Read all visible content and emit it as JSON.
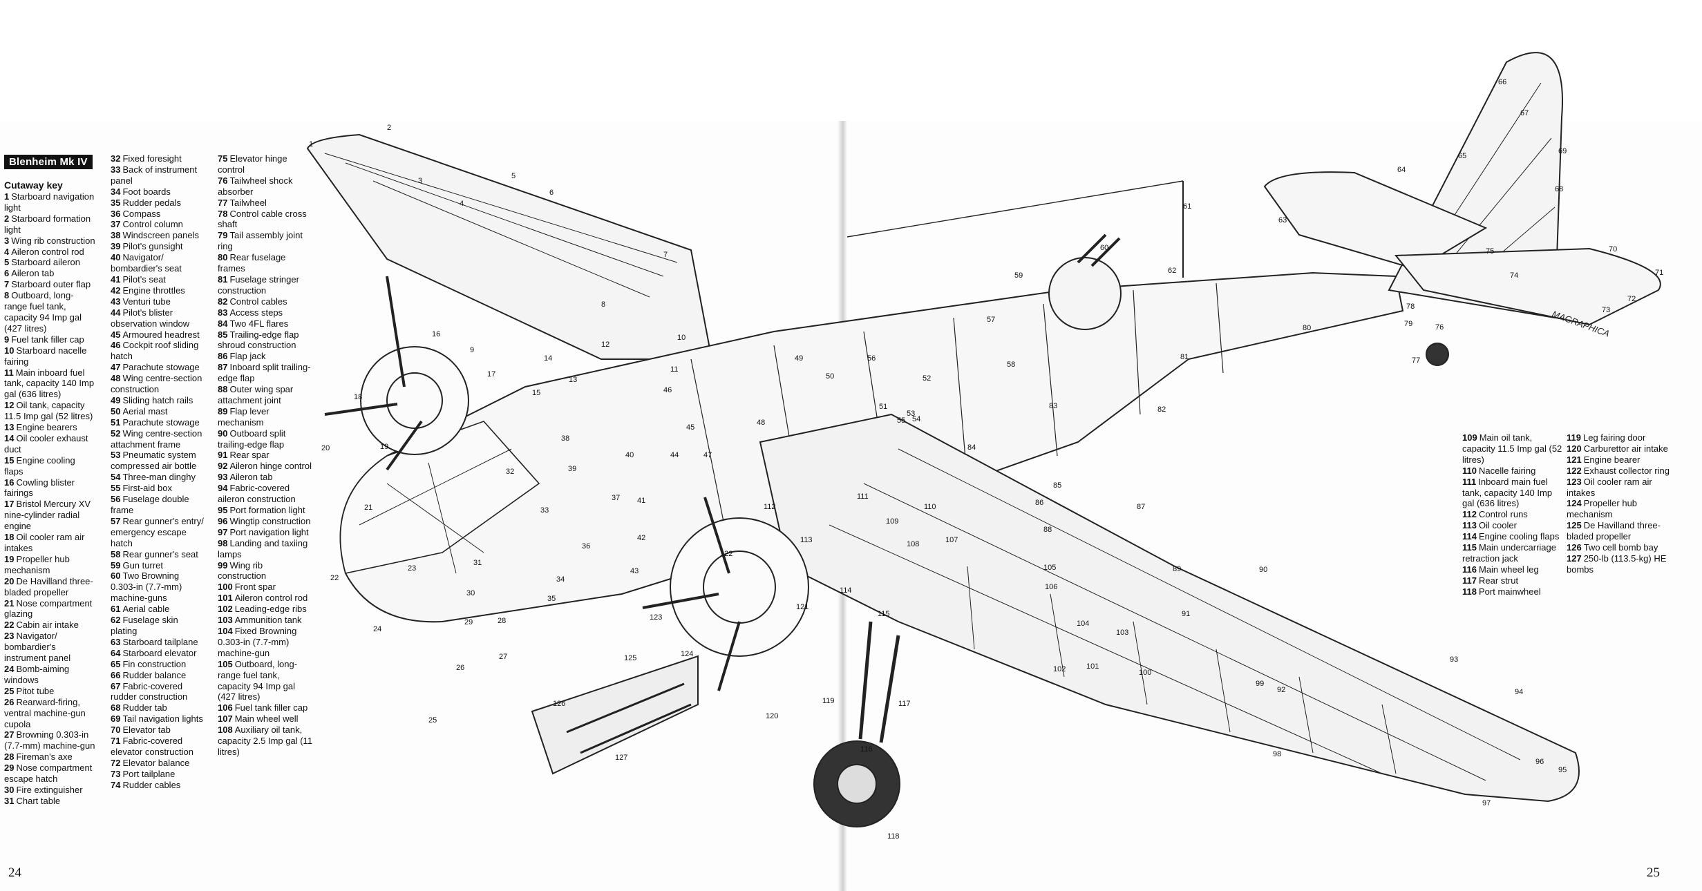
{
  "title": "Blenheim Mk IV",
  "key_heading": "Cutaway key",
  "page_numbers": {
    "left": "24",
    "right": "25"
  },
  "artist_signature": "MAGRAPHICA",
  "key": [
    {
      "n": "1",
      "t": "Starboard navigation light"
    },
    {
      "n": "2",
      "t": "Starboard formation light"
    },
    {
      "n": "3",
      "t": "Wing rib construction"
    },
    {
      "n": "4",
      "t": "Aileron control rod"
    },
    {
      "n": "5",
      "t": "Starboard aileron"
    },
    {
      "n": "6",
      "t": "Aileron tab"
    },
    {
      "n": "7",
      "t": "Starboard outer flap"
    },
    {
      "n": "8",
      "t": "Outboard, long-range fuel tank, capacity 94 Imp gal (427 litres)"
    },
    {
      "n": "9",
      "t": "Fuel tank filler cap"
    },
    {
      "n": "10",
      "t": "Starboard nacelle fairing"
    },
    {
      "n": "11",
      "t": "Main inboard fuel tank, capacity 140 Imp gal (636 litres)"
    },
    {
      "n": "12",
      "t": "Oil tank, capacity 11.5 Imp gal (52 litres)"
    },
    {
      "n": "13",
      "t": "Engine bearers"
    },
    {
      "n": "14",
      "t": "Oil cooler exhaust duct"
    },
    {
      "n": "15",
      "t": "Engine cooling flaps"
    },
    {
      "n": "16",
      "t": "Cowling blister fairings"
    },
    {
      "n": "17",
      "t": "Bristol Mercury XV nine-cylinder radial engine"
    },
    {
      "n": "18",
      "t": "Oil cooler ram air intakes"
    },
    {
      "n": "19",
      "t": "Propeller hub mechanism"
    },
    {
      "n": "20",
      "t": "De Havilland three-bladed propeller"
    },
    {
      "n": "21",
      "t": "Nose compartment glazing"
    },
    {
      "n": "22",
      "t": "Cabin air intake"
    },
    {
      "n": "23",
      "t": "Navigator/ bombardier's instrument panel"
    },
    {
      "n": "24",
      "t": "Bomb-aiming windows"
    },
    {
      "n": "25",
      "t": "Pitot tube"
    },
    {
      "n": "26",
      "t": "Rearward-firing, ventral machine-gun cupola"
    },
    {
      "n": "27",
      "t": "Browning 0.303-in (7.7-mm) machine-gun"
    },
    {
      "n": "28",
      "t": "Fireman's axe"
    },
    {
      "n": "29",
      "t": "Nose compartment escape hatch"
    },
    {
      "n": "30",
      "t": "Fire extinguisher"
    },
    {
      "n": "31",
      "t": "Chart table"
    },
    {
      "n": "32",
      "t": "Fixed foresight"
    },
    {
      "n": "33",
      "t": "Back of instrument panel"
    },
    {
      "n": "34",
      "t": "Foot boards"
    },
    {
      "n": "35",
      "t": "Rudder pedals"
    },
    {
      "n": "36",
      "t": "Compass"
    },
    {
      "n": "37",
      "t": "Control column"
    },
    {
      "n": "38",
      "t": "Windscreen panels"
    },
    {
      "n": "39",
      "t": "Pilot's gunsight"
    },
    {
      "n": "40",
      "t": "Navigator/ bombardier's seat"
    },
    {
      "n": "41",
      "t": "Pilot's seat"
    },
    {
      "n": "42",
      "t": "Engine throttles"
    },
    {
      "n": "43",
      "t": "Venturi tube"
    },
    {
      "n": "44",
      "t": "Pilot's blister observation window"
    },
    {
      "n": "45",
      "t": "Armoured headrest"
    },
    {
      "n": "46",
      "t": "Cockpit roof sliding hatch"
    },
    {
      "n": "47",
      "t": "Parachute stowage"
    },
    {
      "n": "48",
      "t": "Wing centre-section construction"
    },
    {
      "n": "49",
      "t": "Sliding hatch rails"
    },
    {
      "n": "50",
      "t": "Aerial mast"
    },
    {
      "n": "51",
      "t": "Parachute stowage"
    },
    {
      "n": "52",
      "t": "Wing centre-section attachment frame"
    },
    {
      "n": "53",
      "t": "Pneumatic system compressed air bottle"
    },
    {
      "n": "54",
      "t": "Three-man dinghy"
    },
    {
      "n": "55",
      "t": "First-aid box"
    },
    {
      "n": "56",
      "t": "Fuselage double frame"
    },
    {
      "n": "57",
      "t": "Rear gunner's entry/ emergency escape hatch"
    },
    {
      "n": "58",
      "t": "Rear gunner's seat"
    },
    {
      "n": "59",
      "t": "Gun turret"
    },
    {
      "n": "60",
      "t": "Two Browning 0.303-in (7.7-mm) machine-guns"
    },
    {
      "n": "61",
      "t": "Aerial cable"
    },
    {
      "n": "62",
      "t": "Fuselage skin plating"
    },
    {
      "n": "63",
      "t": "Starboard tailplane"
    },
    {
      "n": "64",
      "t": "Starboard elevator"
    },
    {
      "n": "65",
      "t": "Fin construction"
    },
    {
      "n": "66",
      "t": "Rudder balance"
    },
    {
      "n": "67",
      "t": "Fabric-covered rudder construction"
    },
    {
      "n": "68",
      "t": "Rudder tab"
    },
    {
      "n": "69",
      "t": "Tail navigation lights"
    },
    {
      "n": "70",
      "t": "Elevator tab"
    },
    {
      "n": "71",
      "t": "Fabric-covered elevator construction"
    },
    {
      "n": "72",
      "t": "Elevator balance"
    },
    {
      "n": "73",
      "t": "Port tailplane"
    },
    {
      "n": "74",
      "t": "Rudder cables"
    },
    {
      "n": "75",
      "t": "Elevator hinge control"
    },
    {
      "n": "76",
      "t": "Tailwheel shock absorber"
    },
    {
      "n": "77",
      "t": "Tailwheel"
    },
    {
      "n": "78",
      "t": "Control cable cross shaft"
    },
    {
      "n": "79",
      "t": "Tail assembly joint ring"
    },
    {
      "n": "80",
      "t": "Rear fuselage frames"
    },
    {
      "n": "81",
      "t": "Fuselage stringer construction"
    },
    {
      "n": "82",
      "t": "Control cables"
    },
    {
      "n": "83",
      "t": "Access steps"
    },
    {
      "n": "84",
      "t": "Two 4FL flares"
    },
    {
      "n": "85",
      "t": "Trailing-edge flap shroud construction"
    },
    {
      "n": "86",
      "t": "Flap jack"
    },
    {
      "n": "87",
      "t": "Inboard split trailing-edge flap"
    },
    {
      "n": "88",
      "t": "Outer wing spar attachment joint"
    },
    {
      "n": "89",
      "t": "Flap lever mechanism"
    },
    {
      "n": "90",
      "t": "Outboard split trailing-edge flap"
    },
    {
      "n": "91",
      "t": "Rear spar"
    },
    {
      "n": "92",
      "t": "Aileron hinge control"
    },
    {
      "n": "93",
      "t": "Aileron tab"
    },
    {
      "n": "94",
      "t": "Fabric-covered aileron construction"
    },
    {
      "n": "95",
      "t": "Port formation light"
    },
    {
      "n": "96",
      "t": "Wingtip construction"
    },
    {
      "n": "97",
      "t": "Port navigation light"
    },
    {
      "n": "98",
      "t": "Landing and taxiing lamps"
    },
    {
      "n": "99",
      "t": "Wing rib construction"
    },
    {
      "n": "100",
      "t": "Front spar"
    },
    {
      "n": "101",
      "t": "Aileron control rod"
    },
    {
      "n": "102",
      "t": "Leading-edge ribs"
    },
    {
      "n": "103",
      "t": "Ammunition tank"
    },
    {
      "n": "104",
      "t": "Fixed Browning 0.303-in (7.7-mm) machine-gun"
    },
    {
      "n": "105",
      "t": "Outboard, long-range fuel tank, capacity 94 Imp gal (427 litres)"
    },
    {
      "n": "106",
      "t": "Fuel tank filler cap"
    },
    {
      "n": "107",
      "t": "Main wheel well"
    },
    {
      "n": "108",
      "t": "Auxiliary oil tank, capacity 2.5 Imp gal (11 litres)"
    },
    {
      "n": "109",
      "t": "Main oil tank, capacity 11.5 Imp gal (52 litres)"
    },
    {
      "n": "110",
      "t": "Nacelle fairing"
    },
    {
      "n": "111",
      "t": "Inboard main fuel tank, capacity 140 Imp gal (636 litres)"
    },
    {
      "n": "112",
      "t": "Control runs"
    },
    {
      "n": "113",
      "t": "Oil cooler"
    },
    {
      "n": "114",
      "t": "Engine cooling flaps"
    },
    {
      "n": "115",
      "t": "Main undercarriage retraction jack"
    },
    {
      "n": "116",
      "t": "Main wheel leg"
    },
    {
      "n": "117",
      "t": "Rear strut"
    },
    {
      "n": "118",
      "t": "Port mainwheel"
    },
    {
      "n": "119",
      "t": "Leg fairing door"
    },
    {
      "n": "120",
      "t": "Carburettor air intake"
    },
    {
      "n": "121",
      "t": "Engine bearer"
    },
    {
      "n": "122",
      "t": "Exhaust collector ring"
    },
    {
      "n": "123",
      "t": "Oil cooler ram air intakes"
    },
    {
      "n": "124",
      "t": "Propeller hub mechanism"
    },
    {
      "n": "125",
      "t": "De Havilland three-bladed propeller"
    },
    {
      "n": "126",
      "t": "Two cell bomb bay"
    },
    {
      "n": "127",
      "t": "250-lb (113.5-kg) HE bombs"
    }
  ],
  "key_columns": [
    {
      "name": "col1",
      "first": 1,
      "last": 31
    },
    {
      "name": "col2",
      "first": 32,
      "last": 74
    },
    {
      "name": "col3",
      "first": 75,
      "last": 108
    },
    {
      "name": "col4",
      "first": 109,
      "last": 118
    },
    {
      "name": "col5",
      "first": 119,
      "last": 127
    }
  ],
  "callouts": [
    "1",
    "2",
    "3",
    "4",
    "5",
    "6",
    "7",
    "8",
    "9",
    "10",
    "11",
    "12",
    "13",
    "14",
    "15",
    "16",
    "17",
    "18",
    "19",
    "20",
    "21",
    "22",
    "23",
    "24",
    "25",
    "26",
    "27",
    "28",
    "29",
    "30",
    "31",
    "32",
    "33",
    "34",
    "35",
    "36",
    "37",
    "38",
    "39",
    "40",
    "41",
    "42",
    "43",
    "44",
    "45",
    "46",
    "47",
    "48",
    "49",
    "50",
    "51",
    "52",
    "53",
    "54",
    "55",
    "56",
    "57",
    "58",
    "59",
    "60",
    "61",
    "62",
    "63",
    "64",
    "65",
    "66",
    "67",
    "68",
    "69",
    "70",
    "71",
    "72",
    "73",
    "74",
    "75",
    "76",
    "77",
    "78",
    "79",
    "80",
    "81",
    "82",
    "83",
    "84",
    "85",
    "86",
    "87",
    "88",
    "89",
    "90",
    "91",
    "92",
    "93",
    "94",
    "95",
    "96",
    "97",
    "98",
    "99",
    "100",
    "101",
    "102",
    "103",
    "104",
    "105",
    "106",
    "107",
    "108",
    "109",
    "110",
    "111",
    "112",
    "113",
    "114",
    "115",
    "116",
    "117",
    "118",
    "119",
    "120",
    "121",
    "122",
    "123",
    "124",
    "125",
    "126",
    "127"
  ]
}
